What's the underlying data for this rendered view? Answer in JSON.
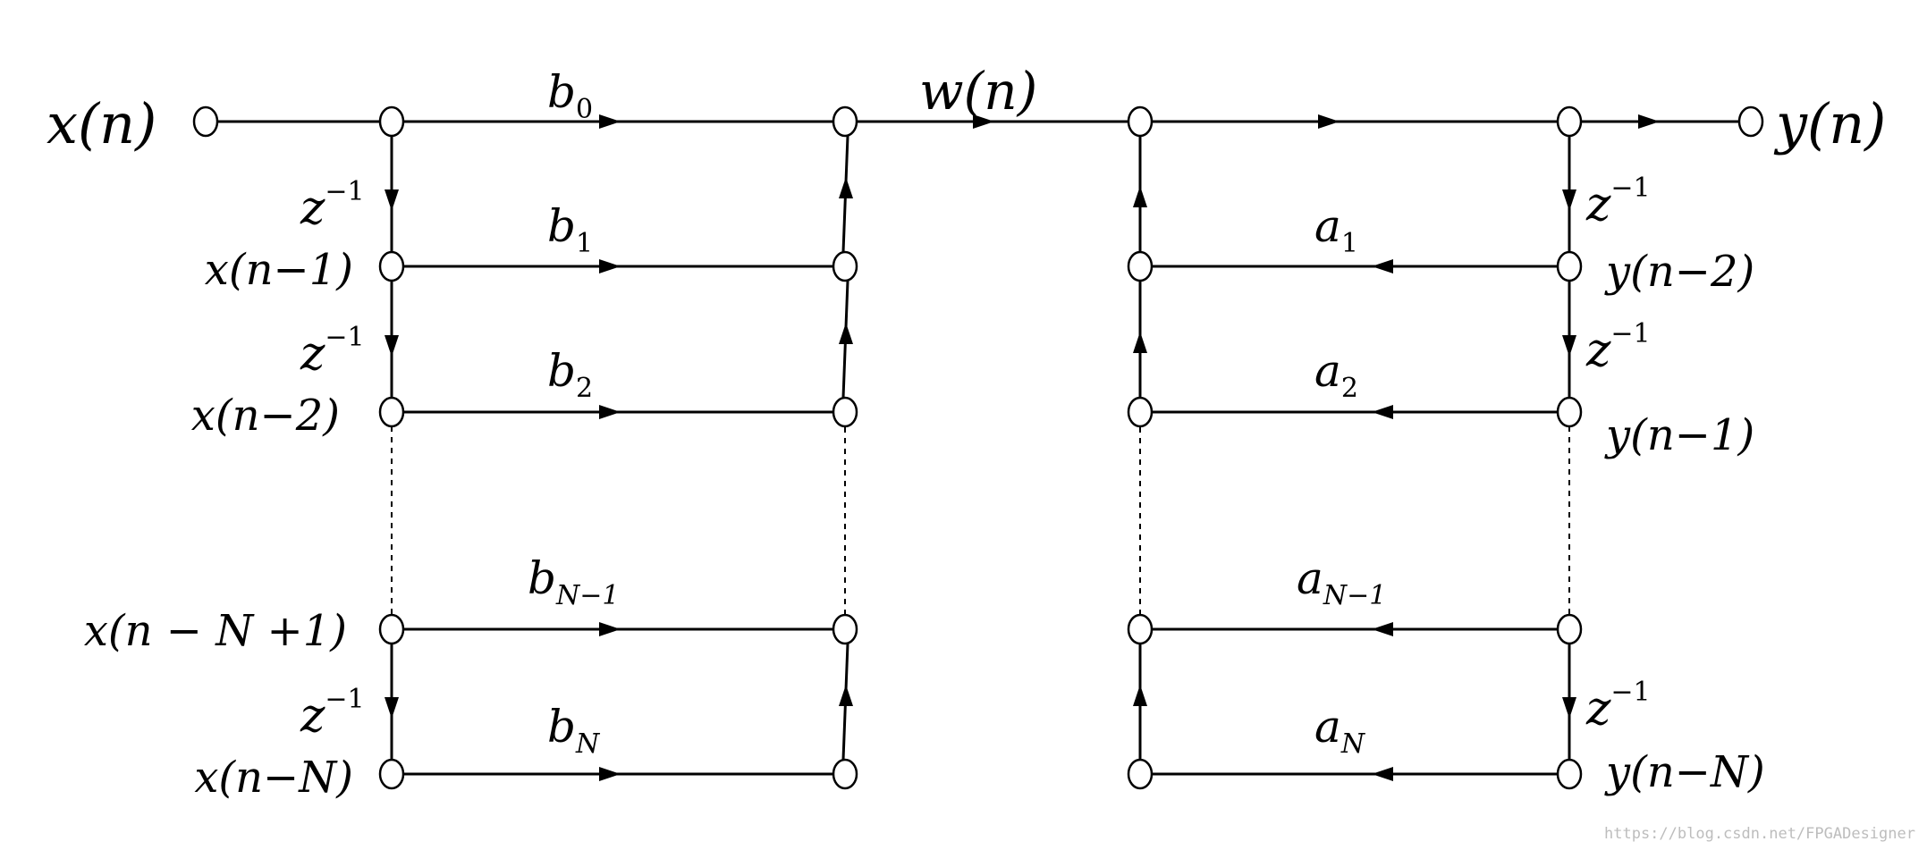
{
  "signals": {
    "input": "x(n)",
    "intermediate": "w(n)",
    "output": "y(n)"
  },
  "delay_label": "z",
  "delay_exponent": "−1",
  "feedforward": {
    "coefficients": [
      {
        "base": "b",
        "sub": "0"
      },
      {
        "base": "b",
        "sub": "1"
      },
      {
        "base": "b",
        "sub": "2"
      },
      {
        "base": "b",
        "sub": "N−1"
      },
      {
        "base": "b",
        "sub": "N"
      }
    ],
    "taps": [
      "x(n−1)",
      "x(n−2)",
      "x(n − N +1)",
      "x(n−N)"
    ]
  },
  "feedback": {
    "coefficients": [
      {
        "base": "a",
        "sub": "1"
      },
      {
        "base": "a",
        "sub": "2"
      },
      {
        "base": "a",
        "sub": "N−1"
      },
      {
        "base": "a",
        "sub": "N"
      }
    ],
    "taps": [
      "y(n−2)",
      "y(n−1)",
      "y(n−N)"
    ]
  },
  "watermark": "https://blog.csdn.net/FPGADesigner"
}
